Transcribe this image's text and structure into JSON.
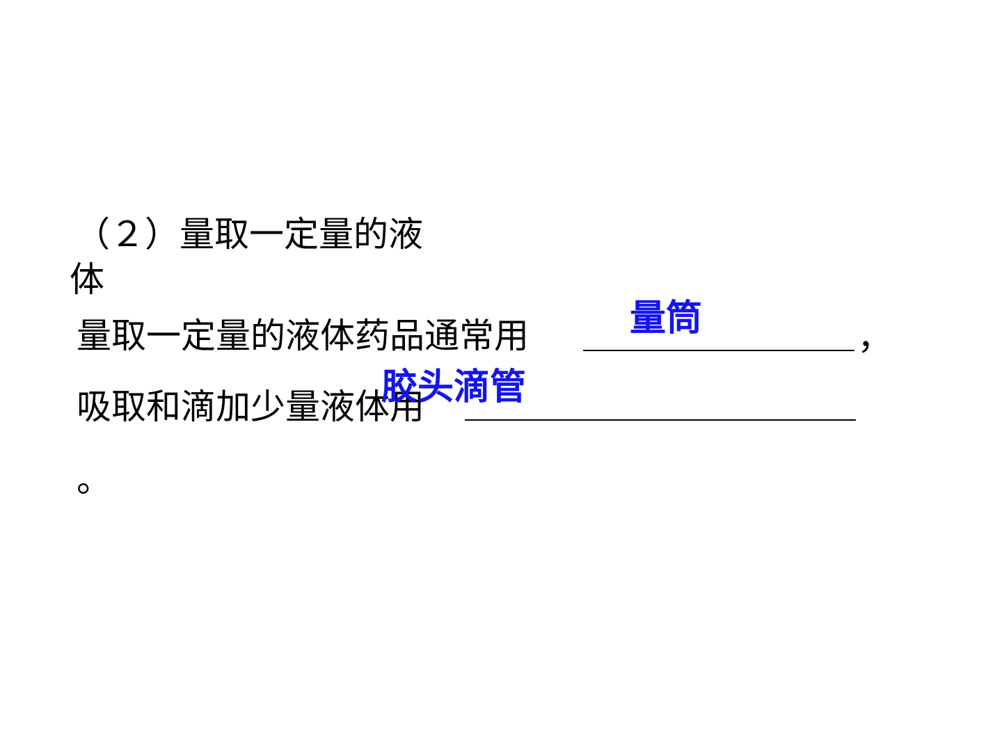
{
  "heading": {
    "line1": "（２）量取一定量的液",
    "line2": "体"
  },
  "question": {
    "line1_text": "量取一定量的液体药品通常用",
    "line1_tail": "，",
    "line2_text": "吸取和滴加少量液体用",
    "line3_text": "。"
  },
  "answers": {
    "answer1": "量筒",
    "answer2": "胶头滴管",
    "color": "#1414f0"
  }
}
